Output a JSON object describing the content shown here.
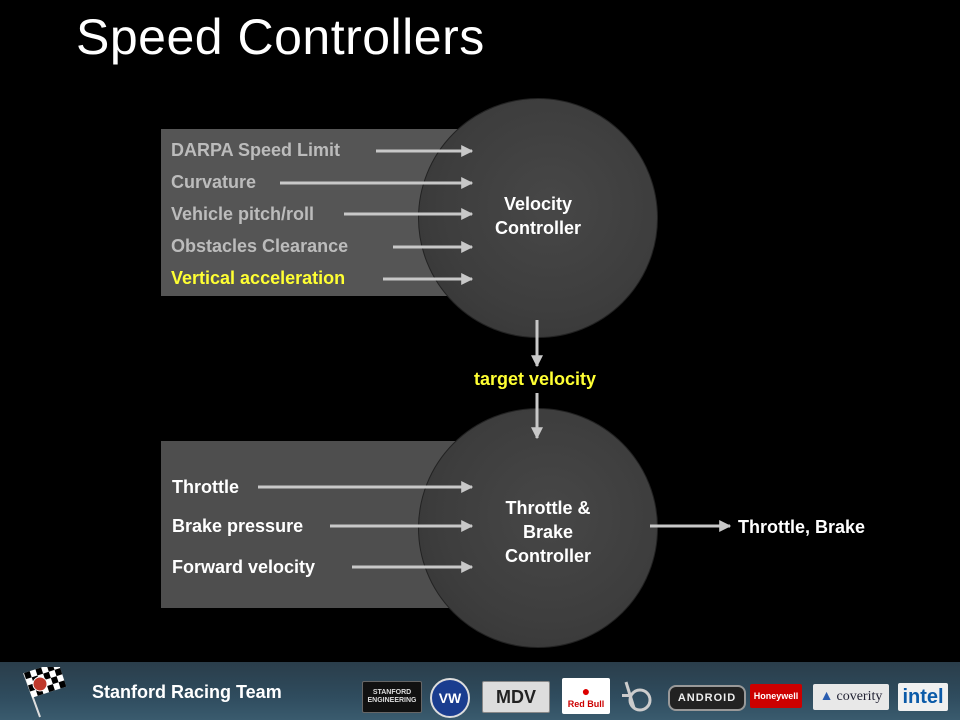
{
  "title": "Speed Controllers",
  "velocity_controller": {
    "label_line1": "Velocity",
    "label_line2": "Controller",
    "inputs": [
      "DARPA Speed Limit",
      "Curvature",
      "Vehicle pitch/roll",
      "Obstacles Clearance",
      "Vertical acceleration"
    ]
  },
  "link_label": "target velocity",
  "throttle_brake_controller": {
    "label_line1": "Throttle &",
    "label_line2": "Brake",
    "label_line3": "Controller",
    "inputs": [
      "Throttle",
      "Brake pressure",
      "Forward velocity"
    ],
    "output": "Throttle, Brake"
  },
  "footer": {
    "team": "Stanford Racing Team",
    "logos": {
      "stanford": "STANFORD ENGINEERING",
      "vw": "VW",
      "mdv": "MDV",
      "redbull": "Red Bull",
      "android": "ANDROID",
      "honeywell": "Honeywell",
      "coverity": "coverity",
      "intel": "intel"
    }
  },
  "colors": {
    "highlight": "#ffff33",
    "arrow": "#c8c8c8",
    "footer": "#2f4c5e"
  }
}
